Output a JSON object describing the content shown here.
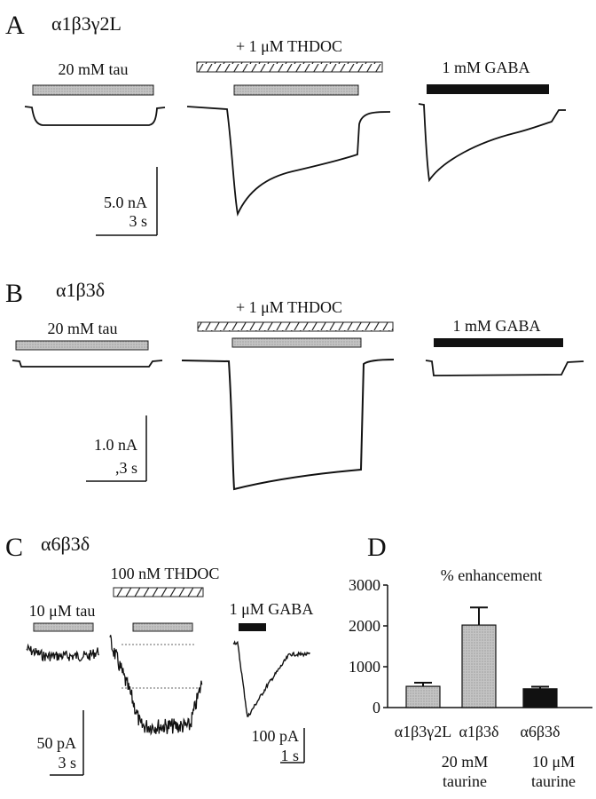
{
  "panels": {
    "A": {
      "letter": "A",
      "receptor": "α1β3γ2L",
      "taurine_bar": "20 mM tau",
      "thdoc_bar": "+ 1 μM THDOC",
      "gaba_bar": "1 mM GABA",
      "scale_current": "5.0 nA",
      "scale_time": "3 s"
    },
    "B": {
      "letter": "B",
      "receptor": "α1β3δ",
      "taurine_bar": "20 mM tau",
      "thdoc_bar": "+ 1 μM THDOC",
      "gaba_bar": "1 mM GABA",
      "scale_current": "1.0 nA",
      "scale_time": ",3 s"
    },
    "C": {
      "letter": "C",
      "receptor": "α6β3δ",
      "taurine_bar": "10 μM tau",
      "thdoc_bar": "100 nM THDOC",
      "gaba_bar": "1 μM GABA",
      "scale_current": "50 pA",
      "scale_time": "3 s",
      "gaba_scale_current": "100 pA",
      "gaba_scale_time": "1 s"
    },
    "D": {
      "letter": "D",
      "title": "% enhancement",
      "group_labels": [
        {
          "line1": "20 mM",
          "line2": "taurine"
        },
        {
          "line1": "10 μM",
          "line2": "taurine"
        }
      ]
    }
  },
  "colors": {
    "taurine_bar_fill": "#bdbdbd",
    "gaba_bar_fill": "#111111",
    "trace": "#111111"
  },
  "chart_data": {
    "type": "bar",
    "title": "% enhancement",
    "categories": [
      "α1β3γ2L",
      "α1β3δ",
      "α6β3δ"
    ],
    "values": [
      520,
      2020,
      460
    ],
    "errors": [
      90,
      430,
      50
    ],
    "bar_fills": [
      "gray",
      "gray",
      "black"
    ],
    "yticks": [
      0,
      1000,
      2000,
      3000
    ],
    "ylim": [
      0,
      3000
    ],
    "xlabel": "",
    "ylabel": ""
  }
}
